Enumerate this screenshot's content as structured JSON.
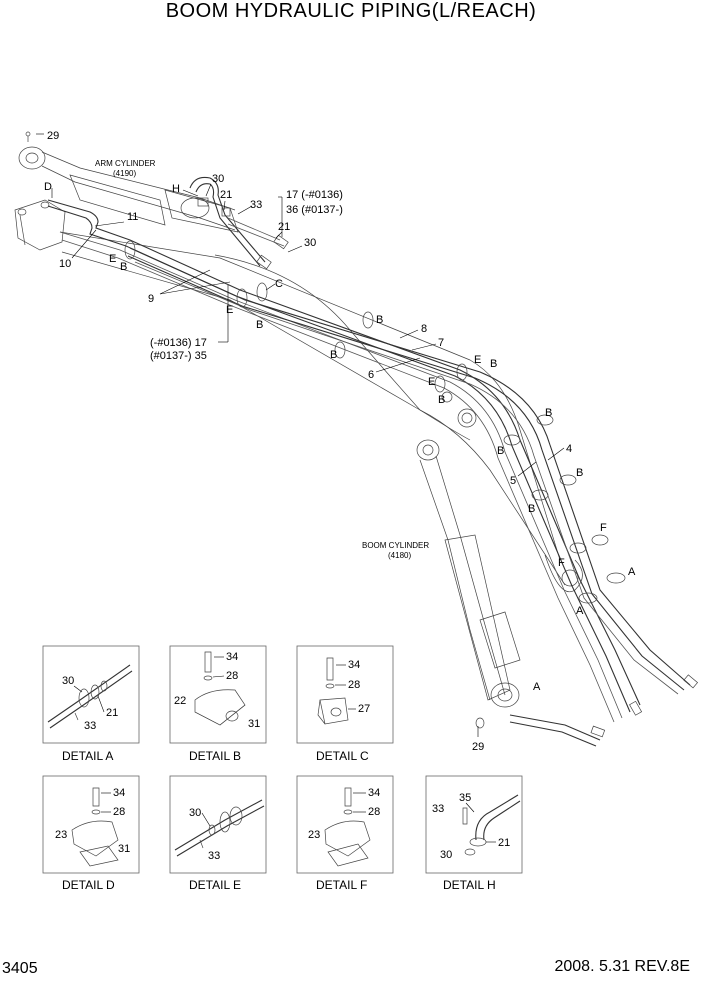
{
  "title": "BOOM HYDRAULIC PIPING(L/REACH)",
  "page_number": "3405",
  "revision": "2008. 5.31  REV.8E",
  "cylinder_labels": {
    "arm_name": "ARM CYLINDER",
    "arm_code": "(4190)",
    "boom_name": "BOOM CYLINDER",
    "boom_code": "(4180)"
  },
  "part_callouts": {
    "p29_top": "29",
    "pD": "D",
    "p10": "10",
    "p11": "11",
    "pE_left": "E",
    "pB_left": "B",
    "p9": "9",
    "pH": "H",
    "p30_top": "30",
    "p21_top": "21",
    "p33": "33",
    "p17_36": "17 (-#0136)",
    "p36": "36 (#0137-)",
    "p21_mid": "21",
    "p30_mid": "30",
    "pC": "C",
    "pE_mid": "E",
    "pB_mid": "B",
    "p17_left": "(-#0136) 17",
    "p35_left": "(#0137-) 35",
    "pB_1": "B",
    "p8": "8",
    "p7": "7",
    "pB_2": "B",
    "p6": "6",
    "pE_r": "E",
    "pB_r1": "B",
    "pE_r2": "E",
    "pB_r2": "B",
    "pB_r3": "B",
    "p4": "4",
    "pB_r4": "B",
    "p5": "5",
    "pB_r5": "B",
    "pF_1": "F",
    "pF_2": "F",
    "pA_1": "A",
    "pA_2": "A",
    "pA_3": "A",
    "p29_bot": "29"
  },
  "details": [
    {
      "caption": "DETAIL  A",
      "labels": [
        "30",
        "21",
        "33"
      ]
    },
    {
      "caption": "DETAIL  B",
      "labels": [
        "34",
        "28",
        "22",
        "31"
      ]
    },
    {
      "caption": "DETAIL  C",
      "labels": [
        "34",
        "28",
        "27"
      ]
    },
    {
      "caption": "DETAIL  D",
      "labels": [
        "34",
        "28",
        "23",
        "31"
      ]
    },
    {
      "caption": "DETAIL  E",
      "labels": [
        "30",
        "33"
      ]
    },
    {
      "caption": "DETAIL  F",
      "labels": [
        "34",
        "28",
        "23"
      ]
    },
    {
      "caption": "DETAIL  H",
      "labels": [
        "35",
        "33",
        "21",
        "30"
      ]
    }
  ],
  "icons": {
    "bolt": "bolt-icon",
    "washer": "washer-icon",
    "clamp": "clamp-icon",
    "hose-fitting": "hose-fitting-icon"
  }
}
